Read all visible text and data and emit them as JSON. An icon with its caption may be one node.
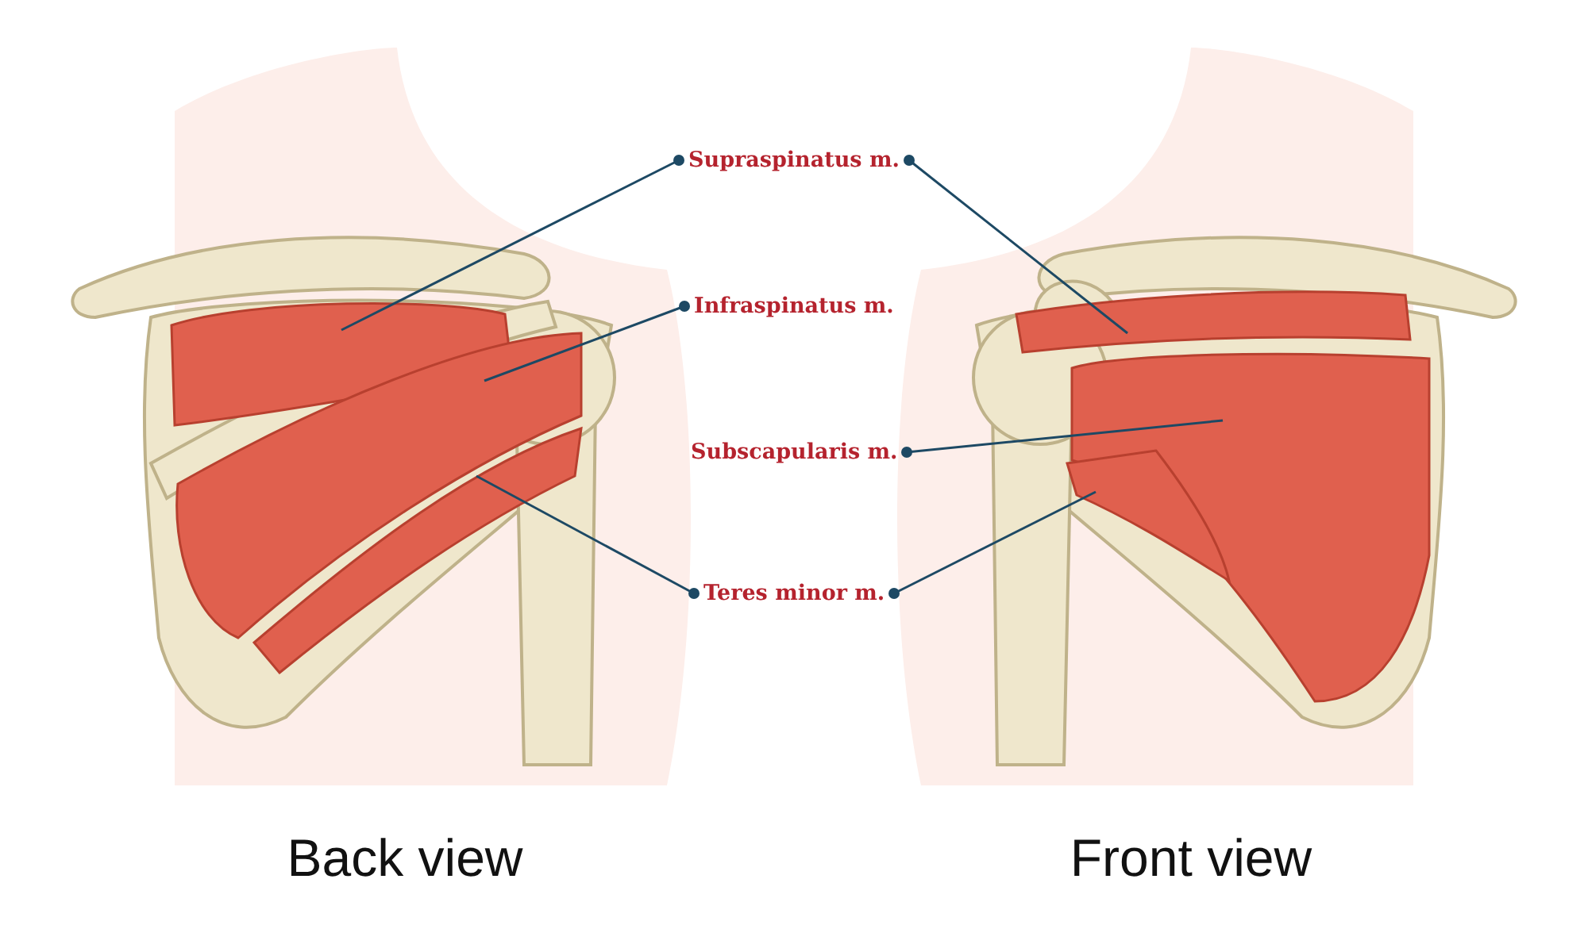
{
  "diagram": {
    "nodes": [
      {
        "text": [
          "Supraspinatus m."
        ]
      },
      {
        "text": [
          "Infraspinatus m."
        ]
      },
      {
        "text": [
          "Subscapularis m."
        ]
      },
      {
        "text": [
          "Teres minor m."
        ]
      },
      {
        "text": [],
        "shape": "picture"
      },
      {
        "text": [],
        "shape": "picture"
      },
      {
        "text": [],
        "shape": "picture"
      },
      {
        "text": [],
        "shape": "picture"
      },
      {
        "text": [],
        "shape": "picture"
      },
      {
        "text": [],
        "shape": "picture"
      }
    ],
    "edges": [
      {
        "from": 0,
        "to": 4,
        "arrow": "other"
      },
      {
        "from": 0,
        "to": 7,
        "arrow": "other"
      },
      {
        "from": 1,
        "to": 5,
        "arrow": "other"
      },
      {
        "from": 2,
        "to": 8,
        "arrow": "other"
      },
      {
        "from": 3,
        "to": 6,
        "arrow": "other"
      },
      {
        "from": 3,
        "to": 9,
        "arrow": "other"
      }
    ],
    "labels": [
      "Back view",
      "Front view"
    ]
  }
}
